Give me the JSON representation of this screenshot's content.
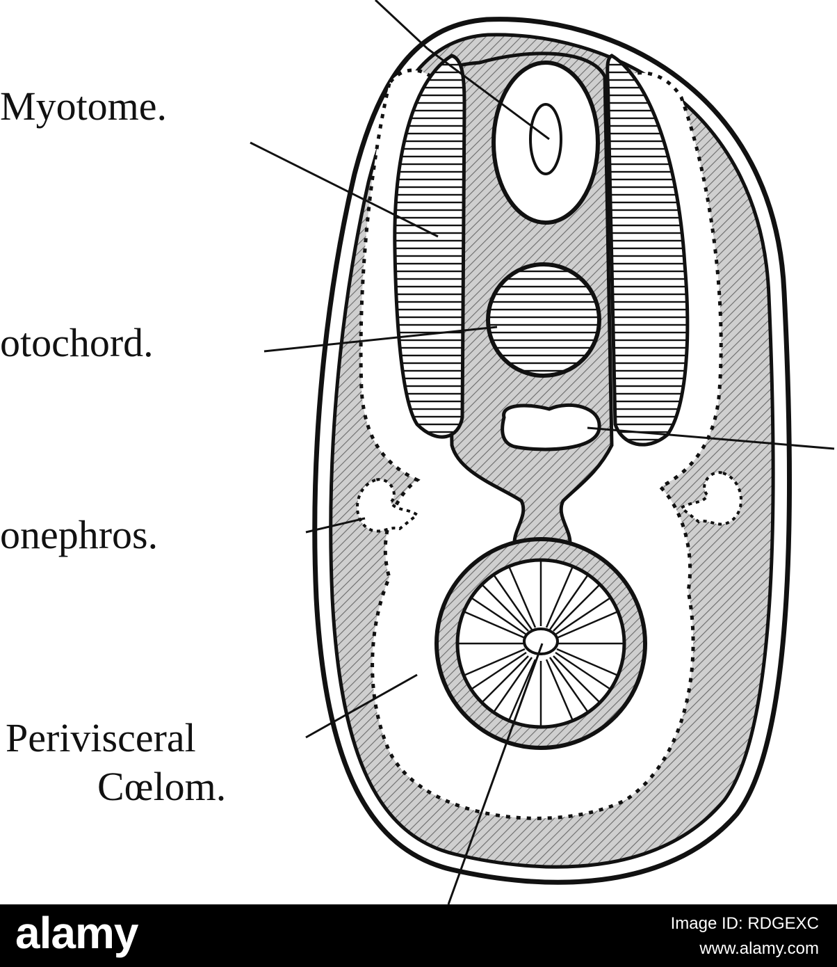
{
  "figure": {
    "labels": {
      "myotome": "Myotome.",
      "notochord": "otochord.",
      "pronephros": "onephros.",
      "perivisceral_line1": "Perivisceral",
      "perivisceral_line2": "Cœlom."
    }
  },
  "footer": {
    "brand": "alamy",
    "image_id": "Image ID: RDGEXC",
    "url": "www.alamy.com"
  }
}
